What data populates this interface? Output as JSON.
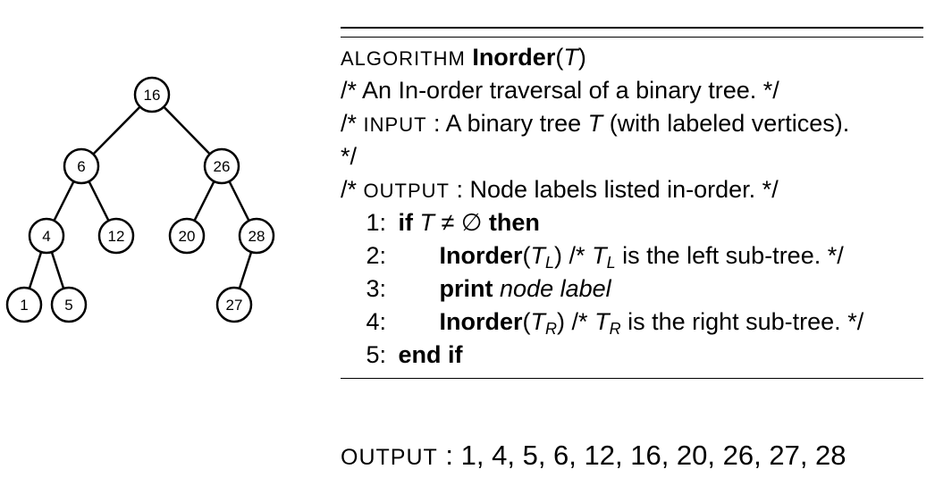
{
  "tree": {
    "nodes": [
      {
        "id": "n16",
        "label": "16"
      },
      {
        "id": "n6",
        "label": "6"
      },
      {
        "id": "n26",
        "label": "26"
      },
      {
        "id": "n4",
        "label": "4"
      },
      {
        "id": "n12",
        "label": "12"
      },
      {
        "id": "n20",
        "label": "20"
      },
      {
        "id": "n28",
        "label": "28"
      },
      {
        "id": "n1",
        "label": "1"
      },
      {
        "id": "n5",
        "label": "5"
      },
      {
        "id": "n27",
        "label": "27"
      }
    ],
    "edges": [
      [
        "n16",
        "n6"
      ],
      [
        "n16",
        "n26"
      ],
      [
        "n6",
        "n4"
      ],
      [
        "n6",
        "n12"
      ],
      [
        "n26",
        "n20"
      ],
      [
        "n26",
        "n28"
      ],
      [
        "n4",
        "n1"
      ],
      [
        "n4",
        "n5"
      ],
      [
        "n28",
        "n27"
      ]
    ]
  },
  "algorithm": {
    "header_keyword": "ALGORITHM",
    "name": "Inorder",
    "param": "T",
    "comment_line": "/* An In-order traversal of a binary tree. */",
    "input_prefix": "/*",
    "input_keyword": "INPUT",
    "input_text_a": ": A binary tree",
    "input_var": "T",
    "input_text_b": "(with labeled vertices).",
    "input_close": "*/",
    "output_prefix": "/*",
    "output_keyword": "OUTPUT",
    "output_text": ": Node labels listed in-order. */",
    "lines": {
      "l1": {
        "num": "1:",
        "kw_if": "if",
        "var": "T",
        "op": "≠ ∅",
        "kw_then": "then"
      },
      "l2": {
        "num": "2:",
        "call": "Inorder",
        "arg": "T",
        "sub": "L",
        "comment_open": "/*",
        "cvar": "T",
        "csub": "L",
        "comment_text": "is the left sub-tree. */"
      },
      "l3": {
        "num": "3:",
        "kw_print": "print",
        "arg": "node label"
      },
      "l4": {
        "num": "4:",
        "call": "Inorder",
        "arg": "T",
        "sub": "R",
        "comment_open": "/*",
        "cvar": "T",
        "csub": "R",
        "comment_text": "is the right sub-tree. */"
      },
      "l5": {
        "num": "5:",
        "kw": "end if"
      }
    }
  },
  "result": {
    "keyword": "OUTPUT",
    "sep": ":",
    "values": "1, 4, 5, 6, 12, 16, 20, 26, 27, 28"
  }
}
